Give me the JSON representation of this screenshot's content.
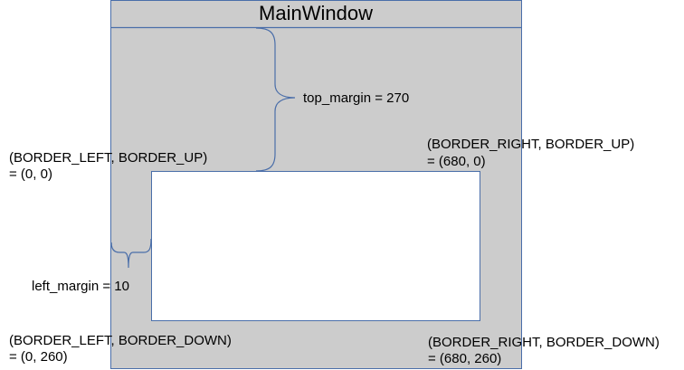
{
  "window": {
    "title": "MainWindow"
  },
  "annotations": {
    "top_margin": "top_margin = 270",
    "left_margin": "left_margin = 10",
    "top_left": {
      "line1": "(BORDER_LEFT, BORDER_UP)",
      "line2": "= (0, 0)"
    },
    "top_right": {
      "line1": "(BORDER_RIGHT, BORDER_UP)",
      "line2": "= (680, 0)"
    },
    "bottom_left": {
      "line1": "(BORDER_LEFT, BORDER_DOWN)",
      "line2": "= (0, 260)"
    },
    "bottom_right": {
      "line1": "(BORDER_RIGHT, BORDER_DOWN)",
      "line2": "= (680, 260)"
    }
  },
  "colors": {
    "window_fill": "#cccccc",
    "window_border": "#4a6ea9",
    "inner_fill": "#ffffff",
    "brace": "#4a6ea9",
    "text": "#000000"
  }
}
